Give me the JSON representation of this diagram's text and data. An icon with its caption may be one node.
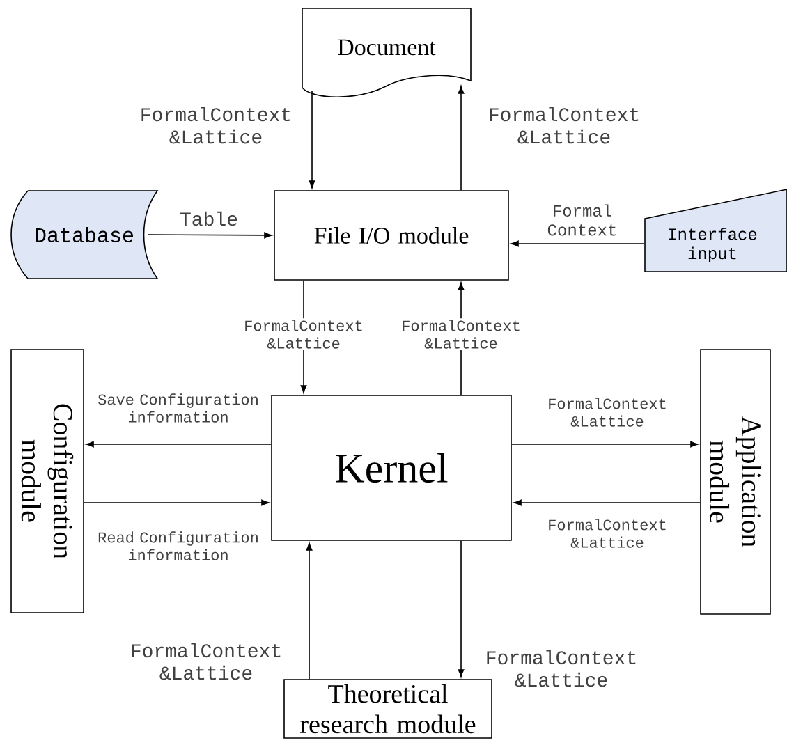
{
  "diagram": {
    "nodes": [
      {
        "text": [
          "Document"
        ]
      },
      {
        "text": [
          "Database"
        ]
      },
      {
        "text": [
          "File I/O module"
        ]
      },
      {
        "text": [
          "Interface input"
        ]
      },
      {
        "text": [
          "Configuration module"
        ]
      },
      {
        "text": [
          "Kernel"
        ]
      },
      {
        "text": [
          "Application module"
        ]
      },
      {
        "text": [
          "Theoretical research module"
        ]
      }
    ],
    "edges": [
      {
        "from": 0,
        "to": 2,
        "arrow": "to",
        "label": "FormalContext &Lattice"
      },
      {
        "from": 2,
        "to": 0,
        "arrow": "to",
        "label": "FormalContext &Lattice"
      },
      {
        "from": 1,
        "to": 2,
        "arrow": "to",
        "label": "Table"
      },
      {
        "from": 3,
        "to": 2,
        "arrow": "to",
        "label": "Formal Context"
      },
      {
        "from": 2,
        "to": 5,
        "arrow": "to",
        "label": "FormalContext &Lattice"
      },
      {
        "from": 5,
        "to": 2,
        "arrow": "to",
        "label": "FormalContext &Lattice"
      },
      {
        "from": 5,
        "to": 4,
        "arrow": "to",
        "label": "Save Configuration information"
      },
      {
        "from": 4,
        "to": 5,
        "arrow": "to",
        "label": "Read Configuration information"
      },
      {
        "from": 5,
        "to": 6,
        "arrow": "to",
        "label": "FormalContext &Lattice"
      },
      {
        "from": 6,
        "to": 5,
        "arrow": "to",
        "label": "FormalContext &Lattice"
      },
      {
        "from": 7,
        "to": 5,
        "arrow": "to",
        "label": "FormalContext &Lattice"
      },
      {
        "from": 5,
        "to": 7,
        "arrow": "to",
        "label": "FormalContext &Lattice"
      }
    ]
  }
}
